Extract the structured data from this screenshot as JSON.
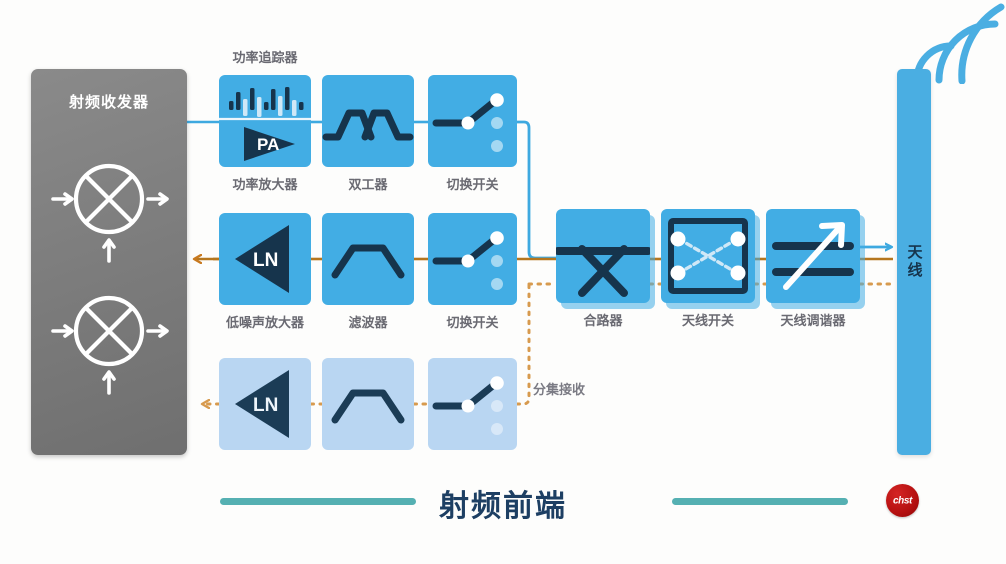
{
  "diagram": {
    "title": "射频前端",
    "background": "#fdfdfc",
    "accent_blue": "#42ade4",
    "accent_faded_blue": "#b9d6f2",
    "accent_orange": "#c8791f",
    "accent_teal": "#55b0b2",
    "icon_navy": "#16344c",
    "transceiver_gray": "#7b7b7b"
  },
  "transceiver": {
    "label": "射频收发器",
    "mixers": [
      {
        "name": "mixer-upper",
        "icon": "mixer-icon"
      },
      {
        "name": "mixer-lower",
        "icon": "mixer-icon"
      }
    ]
  },
  "antenna": {
    "label": "天线",
    "waves_icon": "wifi-waves-icon"
  },
  "tx_chain": {
    "top_label": "功率追踪器",
    "blocks": [
      {
        "label": "功率放大器",
        "icon": "power-amplifier-icon",
        "badge": "PA"
      },
      {
        "label": "双工器",
        "icon": "duplexer-icon"
      },
      {
        "label": "切换开关",
        "icon": "toggle-switch-icon"
      }
    ]
  },
  "rx_chain": {
    "blocks": [
      {
        "label": "低噪声放大器",
        "icon": "low-noise-amplifier-icon",
        "badge": "LN"
      },
      {
        "label": "滤波器",
        "icon": "filter-icon"
      },
      {
        "label": "切换开关",
        "icon": "toggle-switch-icon"
      }
    ]
  },
  "diversity_chain": {
    "label": "分集接收",
    "blocks": [
      {
        "label": "",
        "icon": "low-noise-amplifier-icon",
        "badge": "LN"
      },
      {
        "label": "",
        "icon": "filter-icon"
      },
      {
        "label": "",
        "icon": "toggle-switch-icon"
      }
    ]
  },
  "shared_chain": {
    "blocks": [
      {
        "label": "合路器",
        "icon": "combiner-icon"
      },
      {
        "label": "天线开关",
        "icon": "antenna-switch-icon"
      },
      {
        "label": "天线调谐器",
        "icon": "antenna-tuner-icon"
      }
    ]
  },
  "footer": {
    "title": "射频前端",
    "logo_text": "chst"
  }
}
